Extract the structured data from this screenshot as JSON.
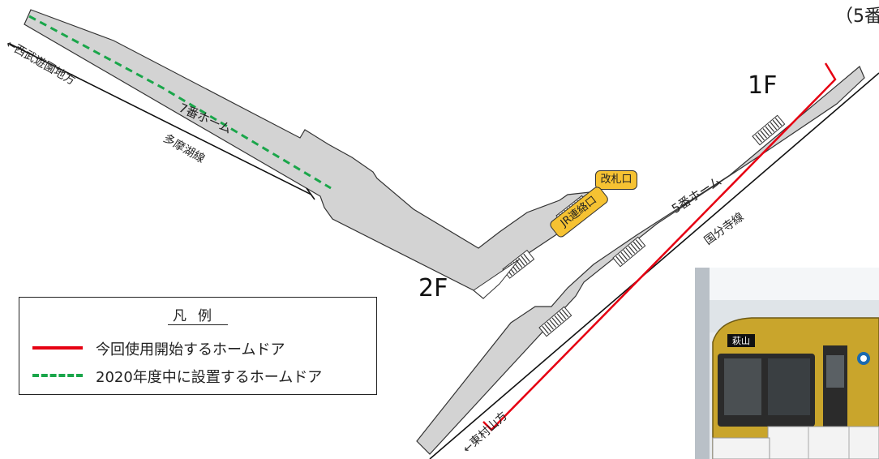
{
  "floors": {
    "upper": "2F",
    "lower": "1F"
  },
  "platforms": {
    "platform7": "7番ホーム",
    "platform5": "5番ホーム"
  },
  "lines": {
    "tamako": "多摩湖線",
    "kokubunji": "国分寺線"
  },
  "directions": {
    "seibu_yuenchi": "←西武遊園地方",
    "higashimurayama": "←東村山方"
  },
  "gates": {
    "ticket_gate": "改札口",
    "jr_transfer": "JR連絡口"
  },
  "corner_note": "（5番",
  "legend": {
    "title": "凡例",
    "items": [
      {
        "label": "今回使用開始するホームドア",
        "color": "#e60012",
        "style": "solid"
      },
      {
        "label": "2020年度中に設置するホームドア",
        "color": "#1aa64a",
        "style": "dashed"
      }
    ]
  },
  "photo": {
    "destination_sign": "萩山",
    "train_color": "#c9a52c"
  },
  "colors": {
    "platform_fill": "#d3d3d3",
    "outline": "#333333",
    "stairs": "#444444",
    "gate_fill": "#f6c232"
  }
}
